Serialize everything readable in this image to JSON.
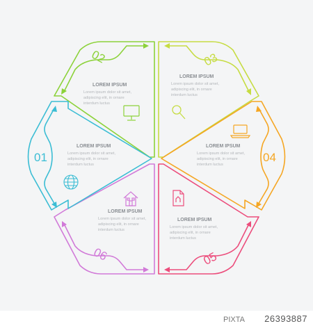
{
  "segments": [
    {
      "number": "02",
      "color": "#8cd23a",
      "heading": "LOREM IPSUM",
      "lines": [
        "Lorem ipsum dolor sit amet,",
        "adipiscing elit, in ornare",
        "interdum luctus"
      ],
      "icon": "monitor-icon"
    },
    {
      "number": "03",
      "color": "#c6dc42",
      "heading": "LOREM IPSUM",
      "lines": [
        "Lorem ipsum dolor sit amet,",
        "adipiscing elit, in ornare",
        "interdum luctus"
      ],
      "icon": "magnifier-icon"
    },
    {
      "number": "04",
      "color": "#f5a623",
      "heading": "LOREM IPSUM",
      "lines": [
        "Lorem ipsum dolor sit amet,",
        "adipiscing elit, in ornare",
        "interdum luctus"
      ],
      "icon": "laptop-icon"
    },
    {
      "number": "05",
      "color": "#ec4d7c",
      "heading": "LOREM IPSUM",
      "lines": [
        "Lorem ipsum dolor sit amet,",
        "adipiscing elit, in ornare",
        "interdum luctus"
      ],
      "icon": "document-icon"
    },
    {
      "number": "06",
      "color": "#d17ad8",
      "heading": "LOREM IPSUM",
      "lines": [
        "Lorem ipsum dolor sit amet,",
        "adipiscing elit, in ornare",
        "interdum luctus"
      ],
      "icon": "house-icon"
    },
    {
      "number": "01",
      "color": "#3bbdd4",
      "heading": "LOREM IPSUM",
      "lines": [
        "Lorem ipsum dolor sit amet,",
        "adipiscing elit, in ornare",
        "interdum luctus"
      ],
      "icon": "globe-icon"
    }
  ],
  "footer": {
    "brand": "PIXTA",
    "id": "26393887"
  }
}
